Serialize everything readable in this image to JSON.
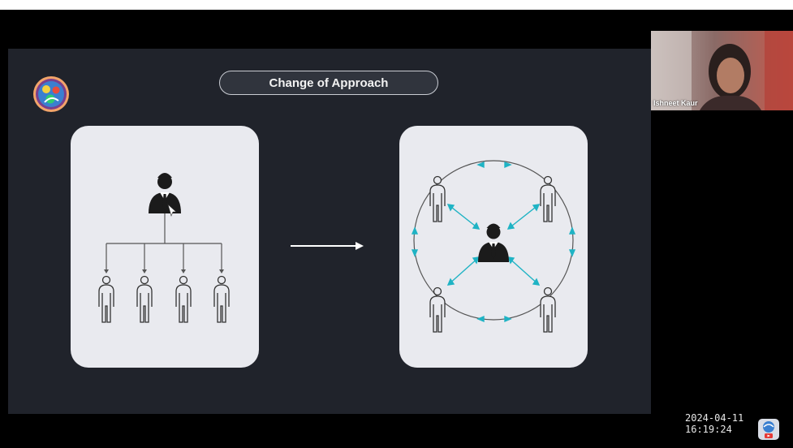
{
  "slide": {
    "title": "Change of Approach"
  },
  "webcam": {
    "participant_name": "Ishneet Kaur"
  },
  "recording": {
    "timestamp": "2024-04-11 16:19:24"
  },
  "colors": {
    "slide_bg": "#20232b",
    "card_bg": "#e9eaef",
    "accent_arrow": "#1fb3c4",
    "pill_border": "#c9ccd3"
  },
  "icons": {
    "logo": "organization-logo-icon",
    "manager": "businessman-icon",
    "employee": "person-outline-icon",
    "badge": "recording-badge-icon"
  }
}
